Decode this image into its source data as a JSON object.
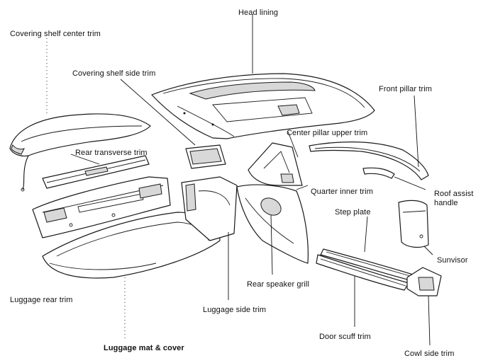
{
  "labels": {
    "head_lining": "Head lining",
    "covering_shelf_center_trim": "Covering shelf center trim",
    "covering_shelf_side_trim": "Covering shelf side trim",
    "front_pillar_trim": "Front pillar trim",
    "center_pillar_upper_trim": "Center pillar upper trim",
    "rear_transverse_trim": "Rear transverse trim",
    "quarter_inner_trim": "Quarter inner trim",
    "roof_assist_handle": "Roof assist\nhandle",
    "step_plate": "Step plate",
    "sunvisor": "Sunvisor",
    "rear_speaker_grill": "Rear speaker grill",
    "luggage_rear_trim": "Luggage rear trim",
    "luggage_side_trim": "Luggage side trim",
    "door_scuff_trim": "Door scuff trim",
    "luggage_mat_cover": "Luggage mat & cover",
    "cowl_side_trim": "Cowl side trim"
  }
}
